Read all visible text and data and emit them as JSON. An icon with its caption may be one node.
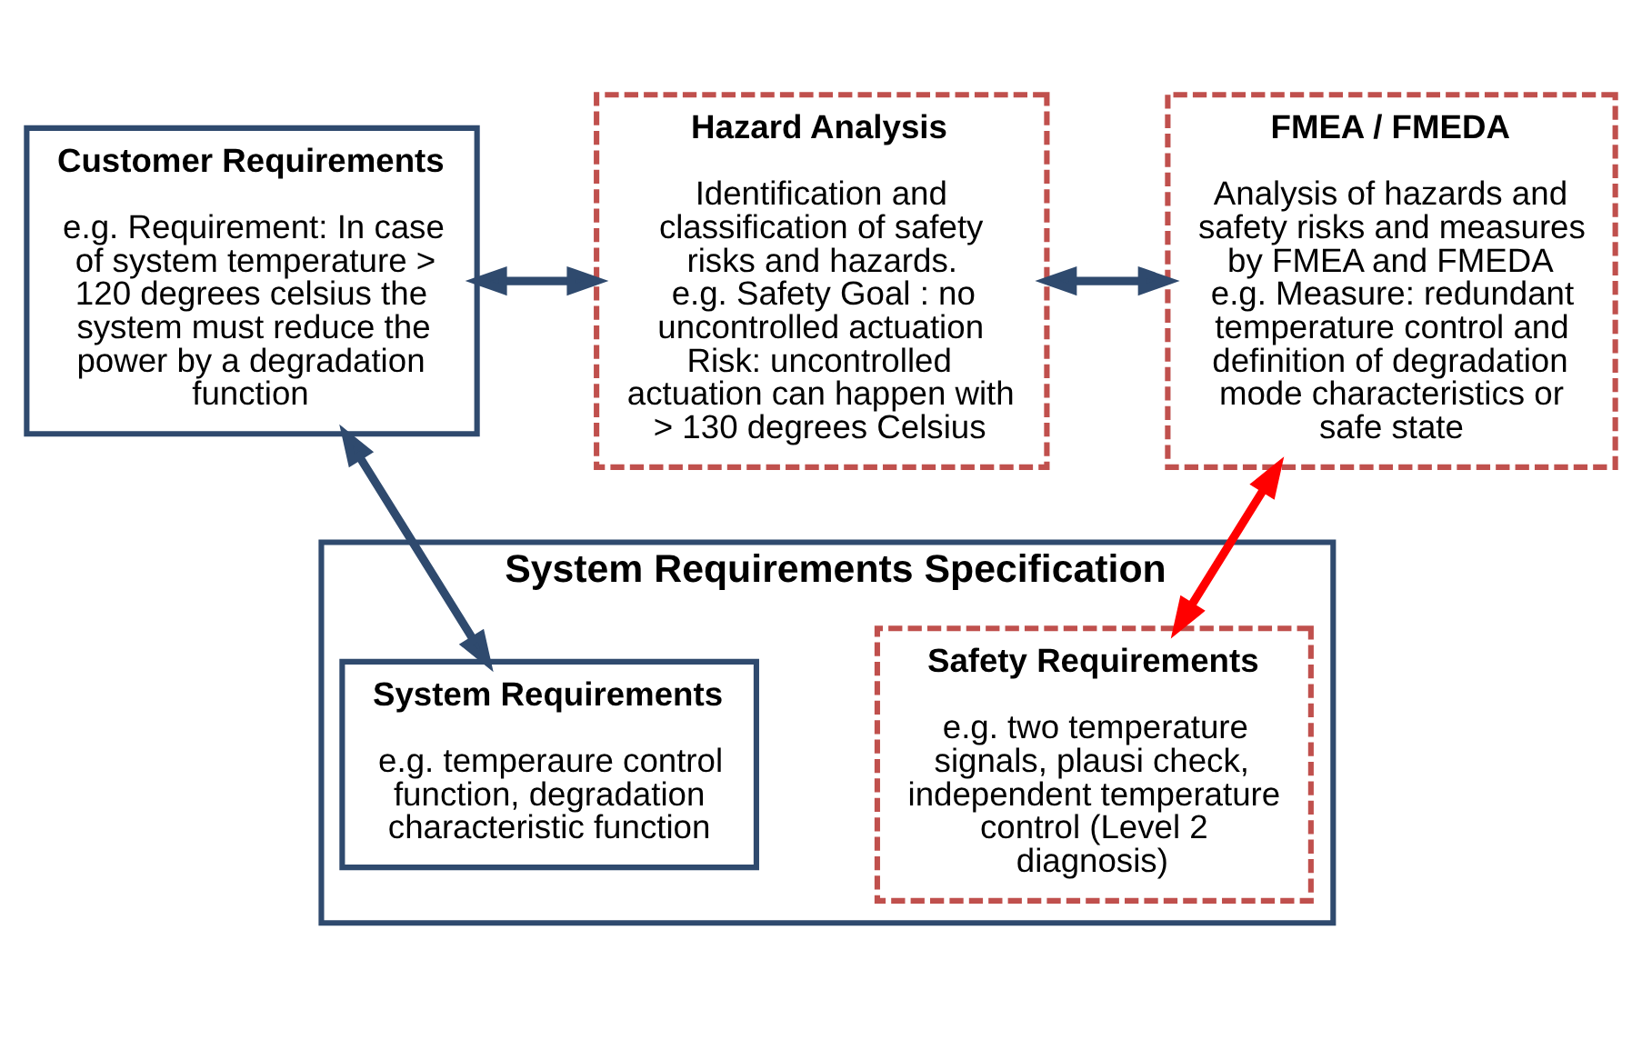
{
  "diagram": {
    "nodes": [
      {
        "text": [
          "Customer Requirements",
          "e.g. Requirement: In case of system temperature > 120 degrees celsius the system must reduce the power by a degradation function"
        ]
      },
      {
        "text": [
          "Hazard Analysis",
          "Identification and classification of safety risks and hazards.",
          "e.g. Safety Goal : no uncontrolled actuation",
          "Risk: uncontrolled actuation can happen with > 130 degrees Celsius"
        ]
      },
      {
        "text": [
          "FMEA / FMEDA",
          "Analysis of hazards and safety risks and measures by FMEA and FMEDA",
          "e.g. Measure: redundant temperature control and definition of degradation mode characteristics or safe state"
        ]
      },
      {
        "text": [
          "System Requirements Specification"
        ]
      },
      {
        "text": [
          "System Requirements",
          "e.g. temperaure control function, degradation characteristic function"
        ],
        "in": 3
      },
      {
        "text": [
          "Safety Requirements",
          "e.g. two temperature signals, plausi check, independent temperature control (Level 2 diagnosis)"
        ],
        "in": 3
      }
    ],
    "edges": [
      {
        "from": 0,
        "to": 1,
        "arrow": "both"
      },
      {
        "from": 1,
        "to": 2,
        "arrow": "both"
      },
      {
        "from": 0,
        "to": 4,
        "arrow": "both"
      },
      {
        "from": 2,
        "to": 5,
        "arrow": "both",
        "color": "#ff0000"
      }
    ]
  }
}
